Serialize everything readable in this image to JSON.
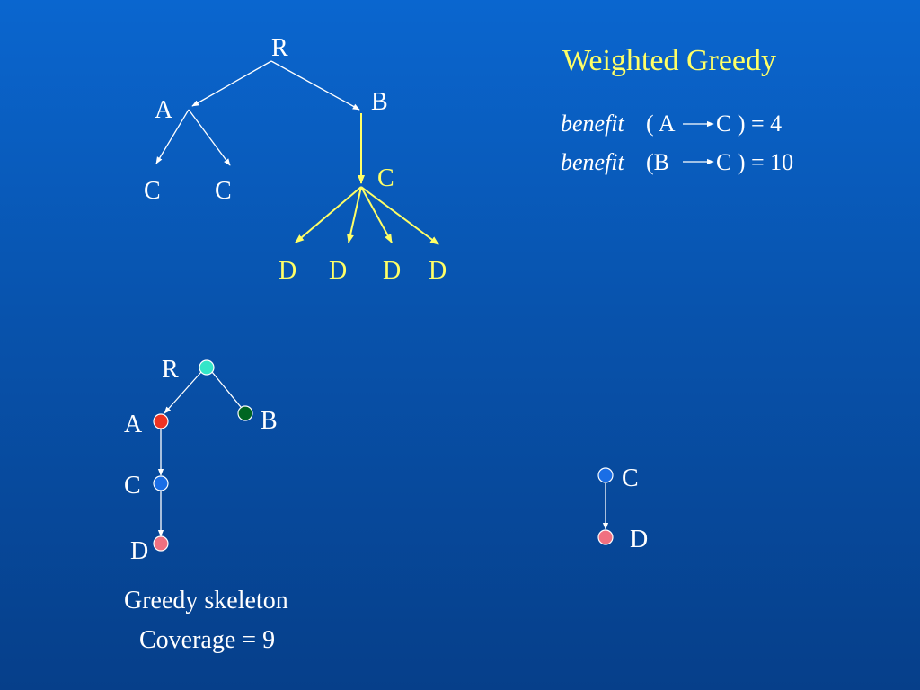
{
  "title": "Weighted Greedy",
  "formulas": [
    {
      "func": "benefit",
      "open": "( A",
      "close": "C ) = 4"
    },
    {
      "func": "benefit",
      "open": "(B",
      "close": "C ) = 10"
    }
  ],
  "tree1": {
    "root": "R",
    "a": "A",
    "b": "B",
    "a_children": [
      "C",
      "C"
    ],
    "b_child": "C",
    "c_children": [
      "D",
      "D",
      "D",
      "D"
    ]
  },
  "tree2": {
    "root": "R",
    "a": "A",
    "b": "B",
    "c": "C",
    "d": "D"
  },
  "tree3": {
    "c": "C",
    "d": "D"
  },
  "caption": {
    "line1": "Greedy skeleton",
    "line2": "Coverage = 9"
  },
  "colors": {
    "root": "#33e6c8",
    "a": "#ee3322",
    "b": "#006622",
    "c": "#1a6ee6",
    "d": "#f07080",
    "highlight": "#ffff66"
  }
}
